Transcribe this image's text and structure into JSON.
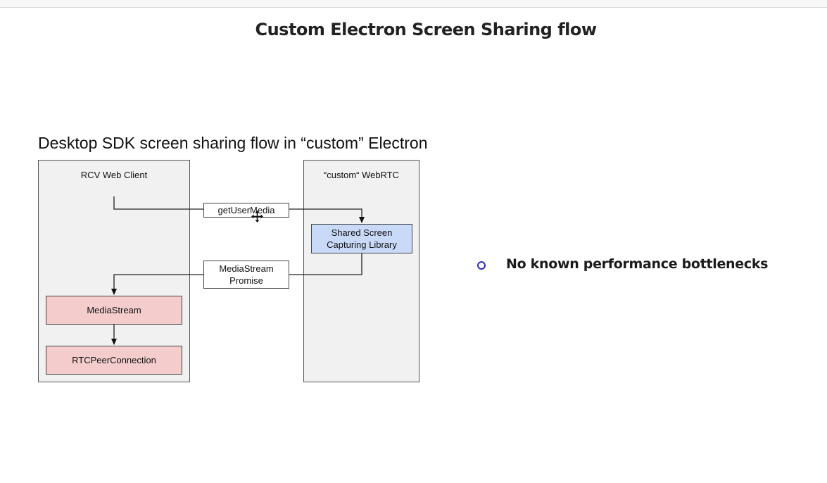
{
  "slide": {
    "title": "Custom Electron Screen Sharing flow",
    "diagram_heading": "Desktop SDK screen sharing flow in “custom” Electron",
    "bullet_text": "No known performance bottlenecks"
  },
  "diagram": {
    "lanes": {
      "left": "RCV Web Client",
      "right": "“custom“ WebRTC"
    },
    "boxes": {
      "shared_screen": "Shared Screen\nCapturing Library",
      "media_stream": "MediaStream",
      "peer_connection": "RTCPeerConnection"
    },
    "edge_labels": {
      "get_user_media": "getUserMedia",
      "media_stream_promise": "MediaStream\nPromise"
    }
  },
  "colors": {
    "lane_fill": "#f1f1f1",
    "library_box": "#c9daf8",
    "client_boxes": "#f4cccc",
    "bullet": "#2b2bb8"
  },
  "icons": {
    "cursor": "move-cursor-icon",
    "bullet": "hollow-circle-bullet-icon"
  }
}
